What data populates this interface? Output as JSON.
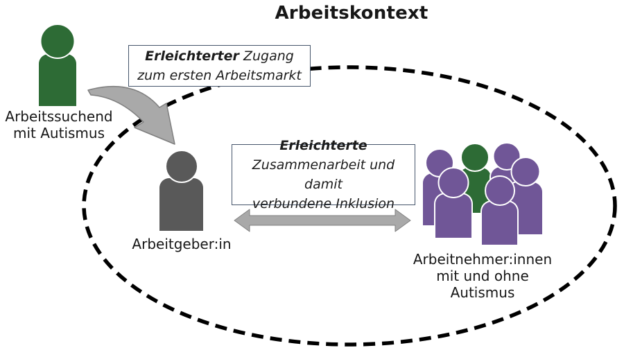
{
  "title": "Arbeitskontext",
  "colors": {
    "jobseeker_green": "#2D6B35",
    "employer_gray": "#595959",
    "employee_purple": "#705697",
    "arrow_gray": "#A9A9A9",
    "arrow_outline": "#7F7F7F",
    "box_border": "#44546A",
    "ellipse_black": "#000000"
  },
  "jobseeker": {
    "label_lines": [
      "Arbeitssuchend",
      "mit Autismus"
    ]
  },
  "employer": {
    "label": "Arbeitgeber:in"
  },
  "employees": {
    "label_lines": [
      "Arbeitnehmer:innen",
      "mit und ohne",
      "Autismus"
    ],
    "members": [
      {
        "color": "#705697"
      },
      {
        "color": "#2D6B35"
      },
      {
        "color": "#705697"
      },
      {
        "color": "#705697"
      },
      {
        "color": "#705697"
      },
      {
        "color": "#705697"
      }
    ]
  },
  "callout_access": {
    "lead": "Erleichterter",
    "lead_rest": " Zugang",
    "line2": "zum ersten Arbeitsmarkt"
  },
  "callout_collaboration": {
    "lead": "Erleichterte",
    "line2": "Zusammenarbeit und damit",
    "line3": "verbundene Inklusion"
  }
}
